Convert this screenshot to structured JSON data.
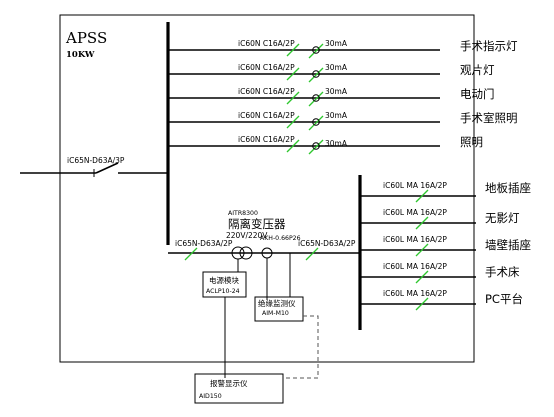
{
  "panel": {
    "title": "APSS",
    "power": "10KW"
  },
  "incomer": {
    "breaker": "iC65N-D63A/3P"
  },
  "feeders_top": [
    {
      "breaker": "iC60N C16A/2P",
      "rcd": "30mA",
      "load": "手术指示灯"
    },
    {
      "breaker": "iC60N C16A/2P",
      "rcd": "30mA",
      "load": "观片灯"
    },
    {
      "breaker": "iC60N C16A/2P",
      "rcd": "30mA",
      "load": "电动门"
    },
    {
      "breaker": "iC60N C16A/2P",
      "rcd": "30mA",
      "load": "手术室照明"
    },
    {
      "breaker": "iC60N C16A/2P",
      "rcd": "30mA",
      "load": "照明"
    }
  ],
  "isolation": {
    "transformer_model": "AITR8300",
    "transformer_name": "隔离变压器",
    "transformer_voltage": "220V/220V",
    "breaker_in": "iC65N-D63A/2P",
    "breaker_out": "iC65N-D63A/2P",
    "ct_model": "AKH-0.66P26"
  },
  "power_module": {
    "name": "电源模块",
    "model": "ACLP10-24"
  },
  "insulation_monitor": {
    "name": "绝缘监测仪",
    "model": "AIM-M10"
  },
  "alarm_display": {
    "name": "报警显示仪",
    "model": "AID150"
  },
  "feeders_it": [
    {
      "breaker": "iC60L MA 16A/2P",
      "load": "地板插座"
    },
    {
      "breaker": "iC60L MA 16A/2P",
      "load": "无影灯"
    },
    {
      "breaker": "iC60L MA 16A/2P",
      "load": "墙壁插座"
    },
    {
      "breaker": "iC60L MA 16A/2P",
      "load": "手术床"
    },
    {
      "breaker": "iC60L MA 16A/2P",
      "load": "PC平台"
    }
  ]
}
